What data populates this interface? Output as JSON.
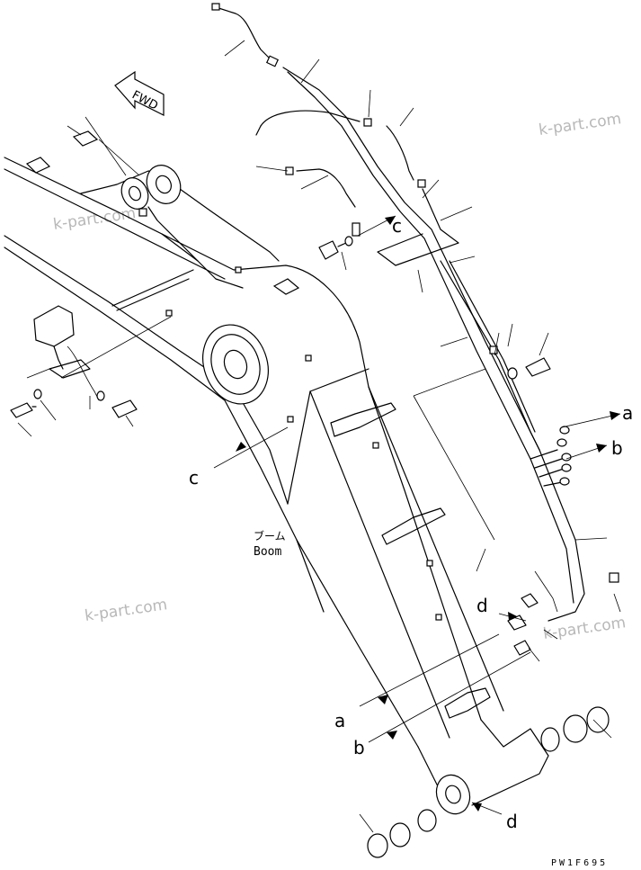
{
  "labels": {
    "a": "a",
    "b": "b",
    "c": "c",
    "d": "d"
  },
  "boom_jp": "ブーム",
  "boom_en": "Boom",
  "fwd": "FWD",
  "watermark": "k-part.com",
  "drawing_code": "PW1F695"
}
